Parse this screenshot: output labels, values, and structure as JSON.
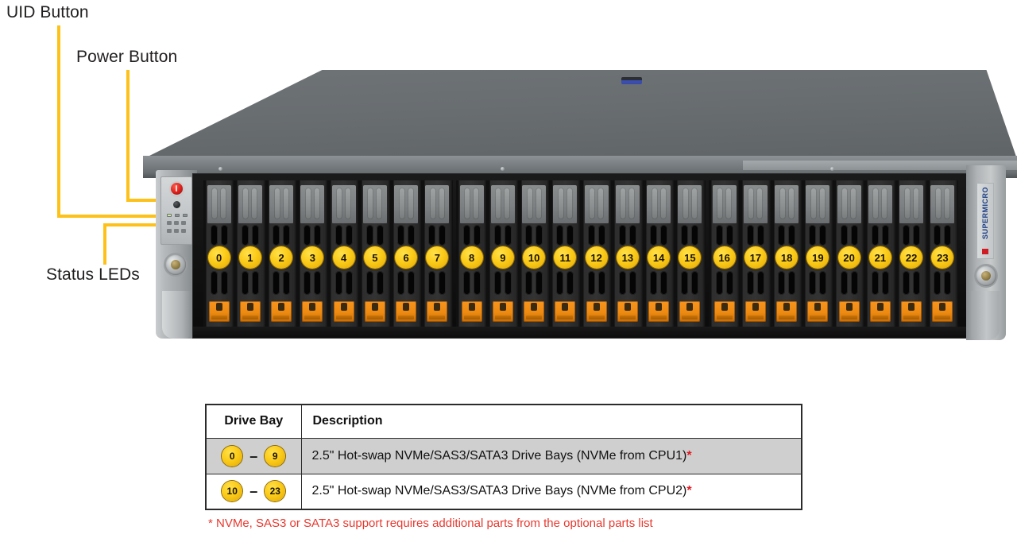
{
  "callouts": [
    {
      "id": "uid",
      "label": "UID Button"
    },
    {
      "id": "power",
      "label": "Power Button"
    },
    {
      "id": "status",
      "label": "Status LEDs"
    }
  ],
  "server": {
    "brand": "SUPERMICRO",
    "bay_count": 24,
    "bay_numbers": [
      "0",
      "1",
      "2",
      "3",
      "4",
      "5",
      "6",
      "7",
      "8",
      "9",
      "10",
      "11",
      "12",
      "13",
      "14",
      "15",
      "16",
      "17",
      "18",
      "19",
      "20",
      "21",
      "22",
      "23"
    ],
    "group_breaks": [
      8,
      16
    ],
    "colors": {
      "bay_number_fill": "#FBCB19",
      "latch": "#F7941E",
      "power_button": "#D8201C",
      "chassis_top": "#6e7376",
      "brand_blue": "#1C3F86",
      "brand_red": "#CF1B23"
    }
  },
  "table": {
    "headers": [
      "Drive Bay",
      "Description"
    ],
    "rows": [
      {
        "from": "0",
        "dash": "–",
        "to": "9",
        "description": "2.5\" Hot-swap NVMe/SAS3/SATA3 Drive Bays (NVMe from CPU1)",
        "star": "*"
      },
      {
        "from": "10",
        "dash": "–",
        "to": "23",
        "description": "2.5\" Hot-swap NVMe/SAS3/SATA3 Drive Bays (NVMe from CPU2)",
        "star": "*"
      }
    ]
  },
  "footnote": "* NVMe, SAS3 or SATA3 support requires additional parts from the optional parts list"
}
